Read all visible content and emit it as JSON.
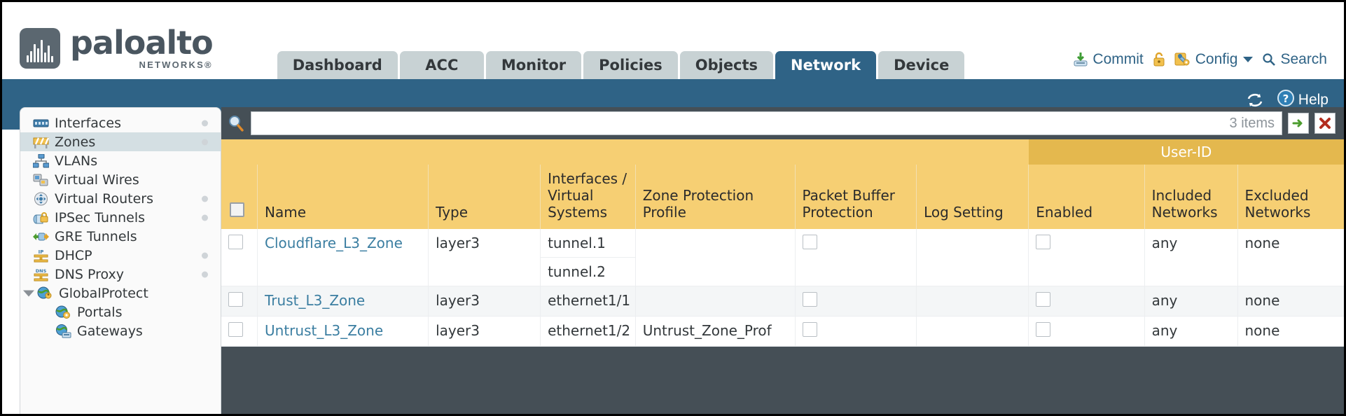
{
  "brand": {
    "name": "paloalto",
    "sub": "NETWORKS®"
  },
  "nav": {
    "tabs": [
      {
        "label": "Dashboard",
        "active": false
      },
      {
        "label": "ACC",
        "active": false
      },
      {
        "label": "Monitor",
        "active": false
      },
      {
        "label": "Policies",
        "active": false
      },
      {
        "label": "Objects",
        "active": false
      },
      {
        "label": "Network",
        "active": true
      },
      {
        "label": "Device",
        "active": false
      }
    ]
  },
  "utils": {
    "commit": "Commit",
    "lock_icon": "lock-icon",
    "config": "Config",
    "search": "Search"
  },
  "blueband": {
    "refresh_icon": "refresh-icon",
    "help": "Help"
  },
  "sidebar": {
    "items": [
      {
        "label": "Interfaces",
        "icon": "interfaces-icon",
        "selected": false,
        "dot": true,
        "child": false,
        "expander": false
      },
      {
        "label": "Zones",
        "icon": "zones-icon",
        "selected": true,
        "dot": true,
        "child": false,
        "expander": false
      },
      {
        "label": "VLANs",
        "icon": "vlans-icon",
        "selected": false,
        "dot": false,
        "child": false,
        "expander": false
      },
      {
        "label": "Virtual Wires",
        "icon": "virtual-wires-icon",
        "selected": false,
        "dot": false,
        "child": false,
        "expander": false
      },
      {
        "label": "Virtual Routers",
        "icon": "virtual-routers-icon",
        "selected": false,
        "dot": true,
        "child": false,
        "expander": false
      },
      {
        "label": "IPSec Tunnels",
        "icon": "ipsec-tunnels-icon",
        "selected": false,
        "dot": true,
        "child": false,
        "expander": false
      },
      {
        "label": "GRE Tunnels",
        "icon": "gre-tunnels-icon",
        "selected": false,
        "dot": false,
        "child": false,
        "expander": false
      },
      {
        "label": "DHCP",
        "icon": "dhcp-icon",
        "selected": false,
        "dot": true,
        "child": false,
        "expander": false
      },
      {
        "label": "DNS Proxy",
        "icon": "dns-proxy-icon",
        "selected": false,
        "dot": true,
        "child": false,
        "expander": false
      },
      {
        "label": "GlobalProtect",
        "icon": "globalprotect-icon",
        "selected": false,
        "dot": false,
        "child": false,
        "expander": true
      },
      {
        "label": "Portals",
        "icon": "portals-icon",
        "selected": false,
        "dot": false,
        "child": true,
        "expander": false
      },
      {
        "label": "Gateways",
        "icon": "gateways-icon",
        "selected": false,
        "dot": false,
        "child": true,
        "expander": false
      }
    ]
  },
  "filterbar": {
    "search_icon": "search-icon",
    "value": "",
    "placeholder": "",
    "item_count": "3 items",
    "apply_icon": "green-arrow-icon",
    "clear_icon": "red-x-icon"
  },
  "table": {
    "group_header": "User-ID",
    "columns": [
      "Name",
      "Type",
      "Interfaces / Virtual Systems",
      "Zone Protection Profile",
      "Packet Buffer Protection",
      "Log Setting",
      "Enabled",
      "Included Networks",
      "Excluded Networks"
    ],
    "rows": [
      {
        "selected": false,
        "name": "Cloudflare_L3_Zone",
        "type": "layer3",
        "interfaces": [
          "tunnel.1",
          "tunnel.2"
        ],
        "zone_protection_profile": "",
        "packet_buffer_protection": false,
        "log_setting": "",
        "userid_enabled": false,
        "included_networks": "any",
        "excluded_networks": "none"
      },
      {
        "selected": false,
        "name": "Trust_L3_Zone",
        "type": "layer3",
        "interfaces": [
          "ethernet1/1"
        ],
        "zone_protection_profile": "",
        "packet_buffer_protection": false,
        "log_setting": "",
        "userid_enabled": false,
        "included_networks": "any",
        "excluded_networks": "none"
      },
      {
        "selected": false,
        "name": "Untrust_L3_Zone",
        "type": "layer3",
        "interfaces": [
          "ethernet1/2"
        ],
        "zone_protection_profile": "Untrust_Zone_Prof",
        "packet_buffer_protection": false,
        "log_setting": "",
        "userid_enabled": false,
        "included_networks": "any",
        "excluded_networks": "none"
      }
    ]
  },
  "colors": {
    "brand_blue": "#2f6386",
    "header_gold": "#f6cf73",
    "group_gold": "#e4b84e",
    "tab_inactive": "#c8d2d4",
    "content_bg": "#454f56",
    "link": "#3b7ea1"
  }
}
